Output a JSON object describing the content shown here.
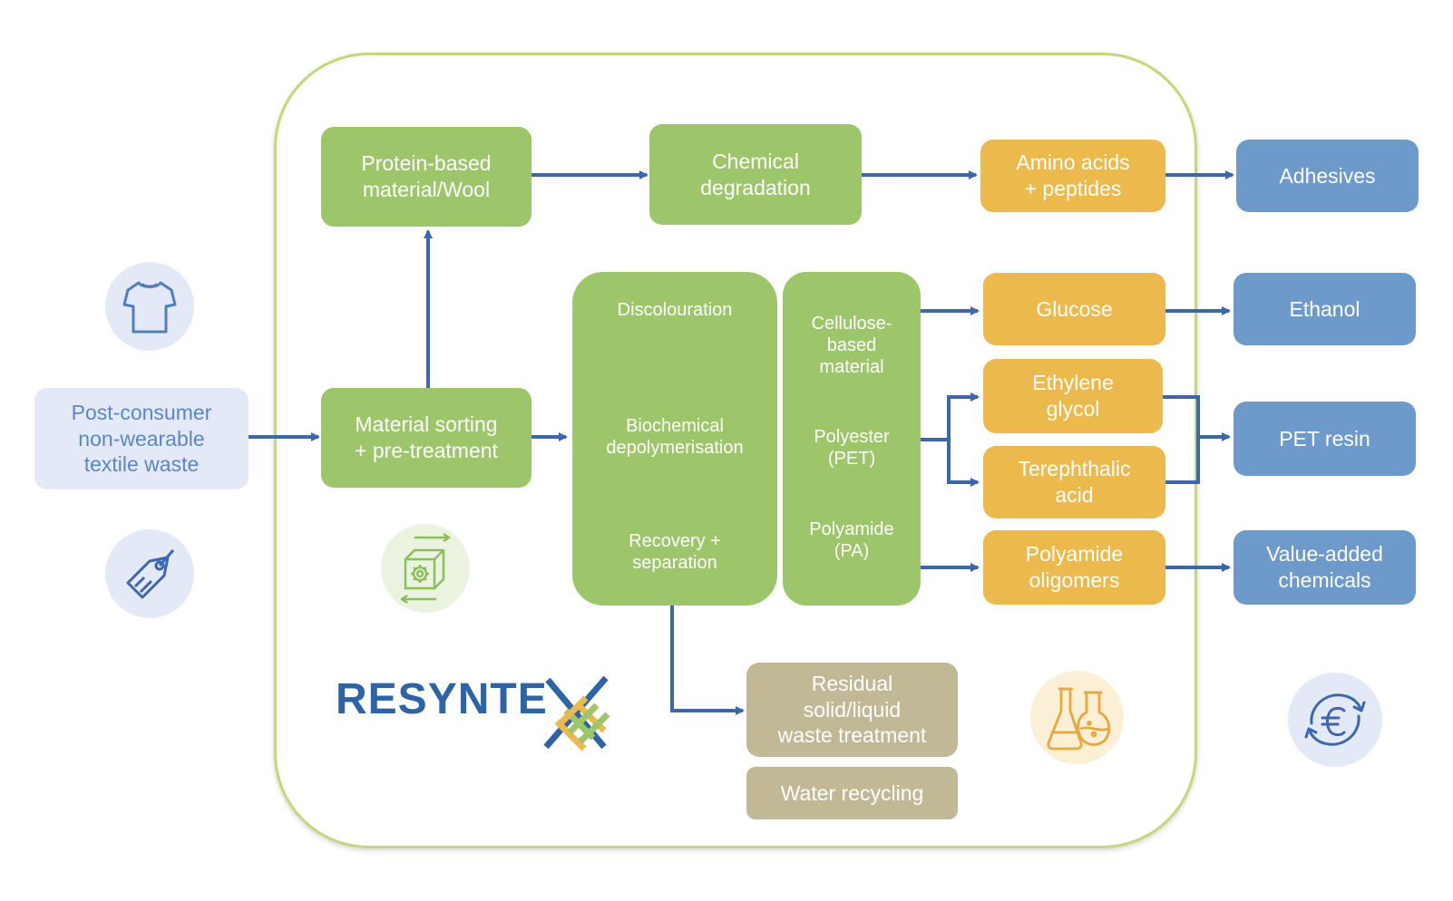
{
  "input": {
    "label": "Post-consumer\nnon-wearable\ntextile waste"
  },
  "process": {
    "protein": "Protein-based\nmaterial/Wool",
    "chemical_degradation": "Chemical\ndegradation",
    "sorting": "Material sorting\n+ pre-treatment",
    "steps": [
      "Discolouration",
      "Biochemical\ndepolymerisation",
      "Recovery +\nseparation"
    ],
    "materials": [
      "Cellulose-\nbased\nmaterial",
      "Polyester\n(PET)",
      "Polyamide\n(PA)"
    ]
  },
  "intermediates": {
    "amino": "Amino acids\n+ peptides",
    "glucose": "Glucose",
    "ethylene": "Ethylene\nglycol",
    "terephthalic": "Terephthalic\nacid",
    "polyamide_oligomers": "Polyamide\noligomers"
  },
  "products": {
    "adhesives": "Adhesives",
    "ethanol": "Ethanol",
    "pet_resin": "PET resin",
    "value_added": "Value-added\nchemicals"
  },
  "waste": {
    "residual": "Residual\nsolid/liquid\nwaste treatment",
    "water": "Water recycling"
  },
  "logo": {
    "text": "RESYNTE"
  },
  "icons": [
    "t-shirt-icon",
    "price-tag-icon",
    "gear-cube-icon",
    "lab-flasks-icon",
    "euro-cycle-icon",
    "resyntex-weave-icon"
  ],
  "colors": {
    "frame": "#c3d876",
    "process": "#9dc56a",
    "intermediate": "#ebb94c",
    "product": "#6d9acb",
    "waste": "#c1b996",
    "input": "#e4e9f7",
    "arrow": "#3c67b0",
    "logo": "#2d63a8"
  }
}
